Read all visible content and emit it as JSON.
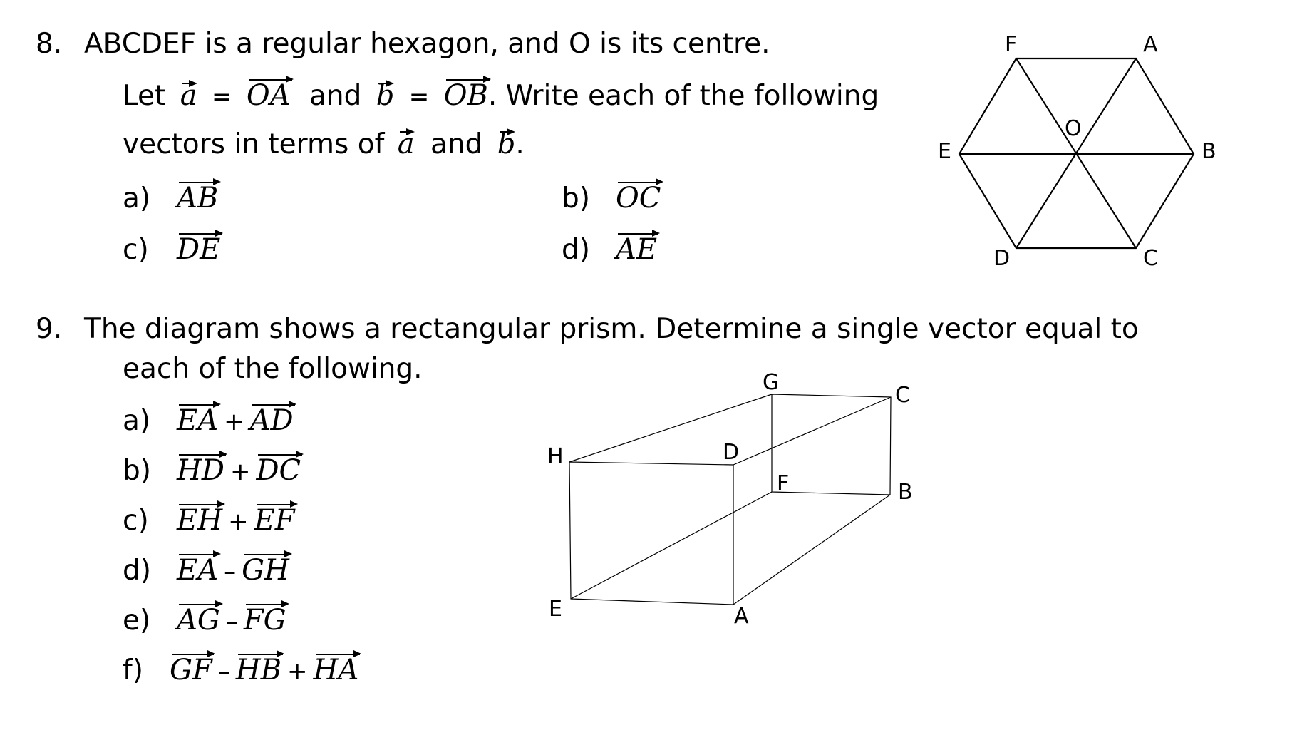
{
  "q8": {
    "number": "8.",
    "line1": "ABCDEF is a regular hexagon, and O is its centre.",
    "let": "Let",
    "a_sym": "a",
    "eq": "=",
    "OA": "OA",
    "and": "and",
    "b_sym": "b",
    "OB": "OB",
    "write": ". Write each of the following",
    "line3a": "vectors in terms of",
    "line3b": "and",
    "period": ".",
    "parts": [
      {
        "label": "a)",
        "vec": "AB"
      },
      {
        "label": "b)",
        "vec": "OC"
      },
      {
        "label": "c)",
        "vec": "DE"
      },
      {
        "label": "d)",
        "vec": "AE"
      }
    ]
  },
  "hexagon": {
    "labels": {
      "A": "A",
      "B": "B",
      "C": "C",
      "D": "D",
      "E": "E",
      "F": "F",
      "O": "O"
    }
  },
  "q9": {
    "number": "9.",
    "line1": "The diagram shows a rectangular prism. Determine a single vector equal to",
    "line2": "each of the following.",
    "parts": [
      {
        "label": "a)",
        "terms": [
          "EA",
          "+",
          "AD"
        ]
      },
      {
        "label": "b)",
        "terms": [
          "HD",
          "+",
          "DC"
        ]
      },
      {
        "label": "c)",
        "terms": [
          "EH",
          "+",
          "EF"
        ]
      },
      {
        "label": "d)",
        "terms": [
          "EA",
          "–",
          "GH"
        ]
      },
      {
        "label": "e)",
        "terms": [
          "AG",
          "–",
          "FG"
        ]
      },
      {
        "label": "f)",
        "terms": [
          "GF",
          "–",
          "HB",
          "+",
          "HA"
        ]
      }
    ]
  },
  "prism": {
    "labels": {
      "A": "A",
      "B": "B",
      "C": "C",
      "D": "D",
      "E": "E",
      "F": "F",
      "G": "G",
      "H": "H"
    }
  }
}
